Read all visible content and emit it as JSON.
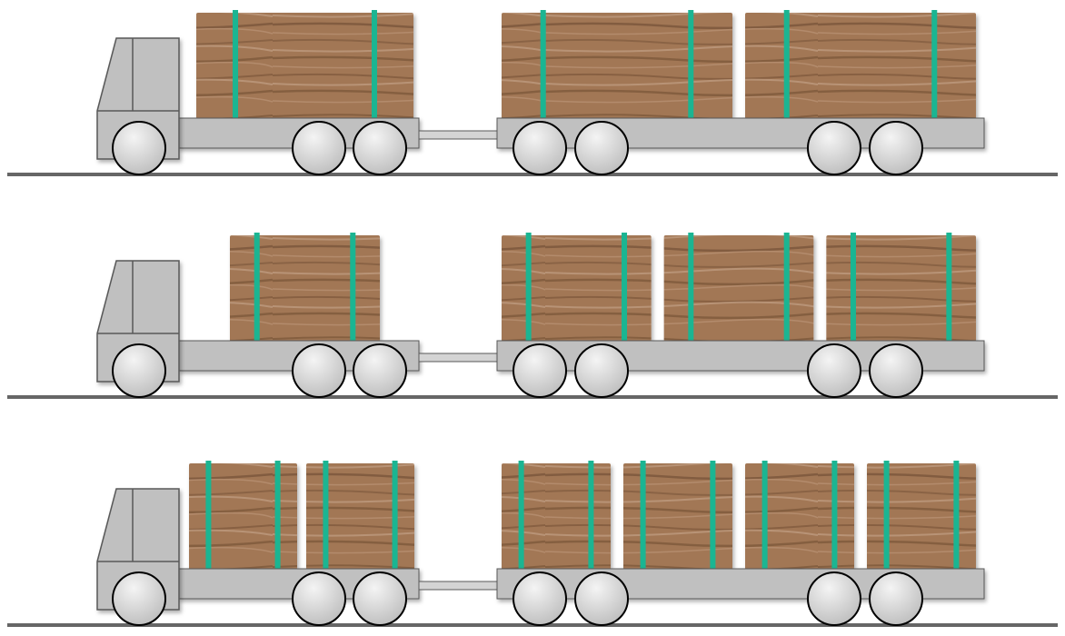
{
  "colors": {
    "background": "#ffffff",
    "truck_body": "#c0c0c0",
    "outline": "#595959",
    "ground": "#666666",
    "strap": "#1bb592",
    "wood_base": "#a27755",
    "wood_dark": "#6d4a30",
    "wood_light": "#c2a085",
    "wheel_light": "#f4f4f4",
    "wheel_dark": "#b9b9b9"
  },
  "rows": [
    {
      "name": "row-1",
      "truck_bundles": 1,
      "trailer_bundles": 2,
      "strap_count_per_bundle": 2
    },
    {
      "name": "row-2",
      "truck_bundles": 1,
      "trailer_bundles": 3,
      "strap_count_per_bundle": 2
    },
    {
      "name": "row-3",
      "truck_bundles": 2,
      "trailer_bundles": 4,
      "strap_count_per_bundle": 2
    }
  ]
}
